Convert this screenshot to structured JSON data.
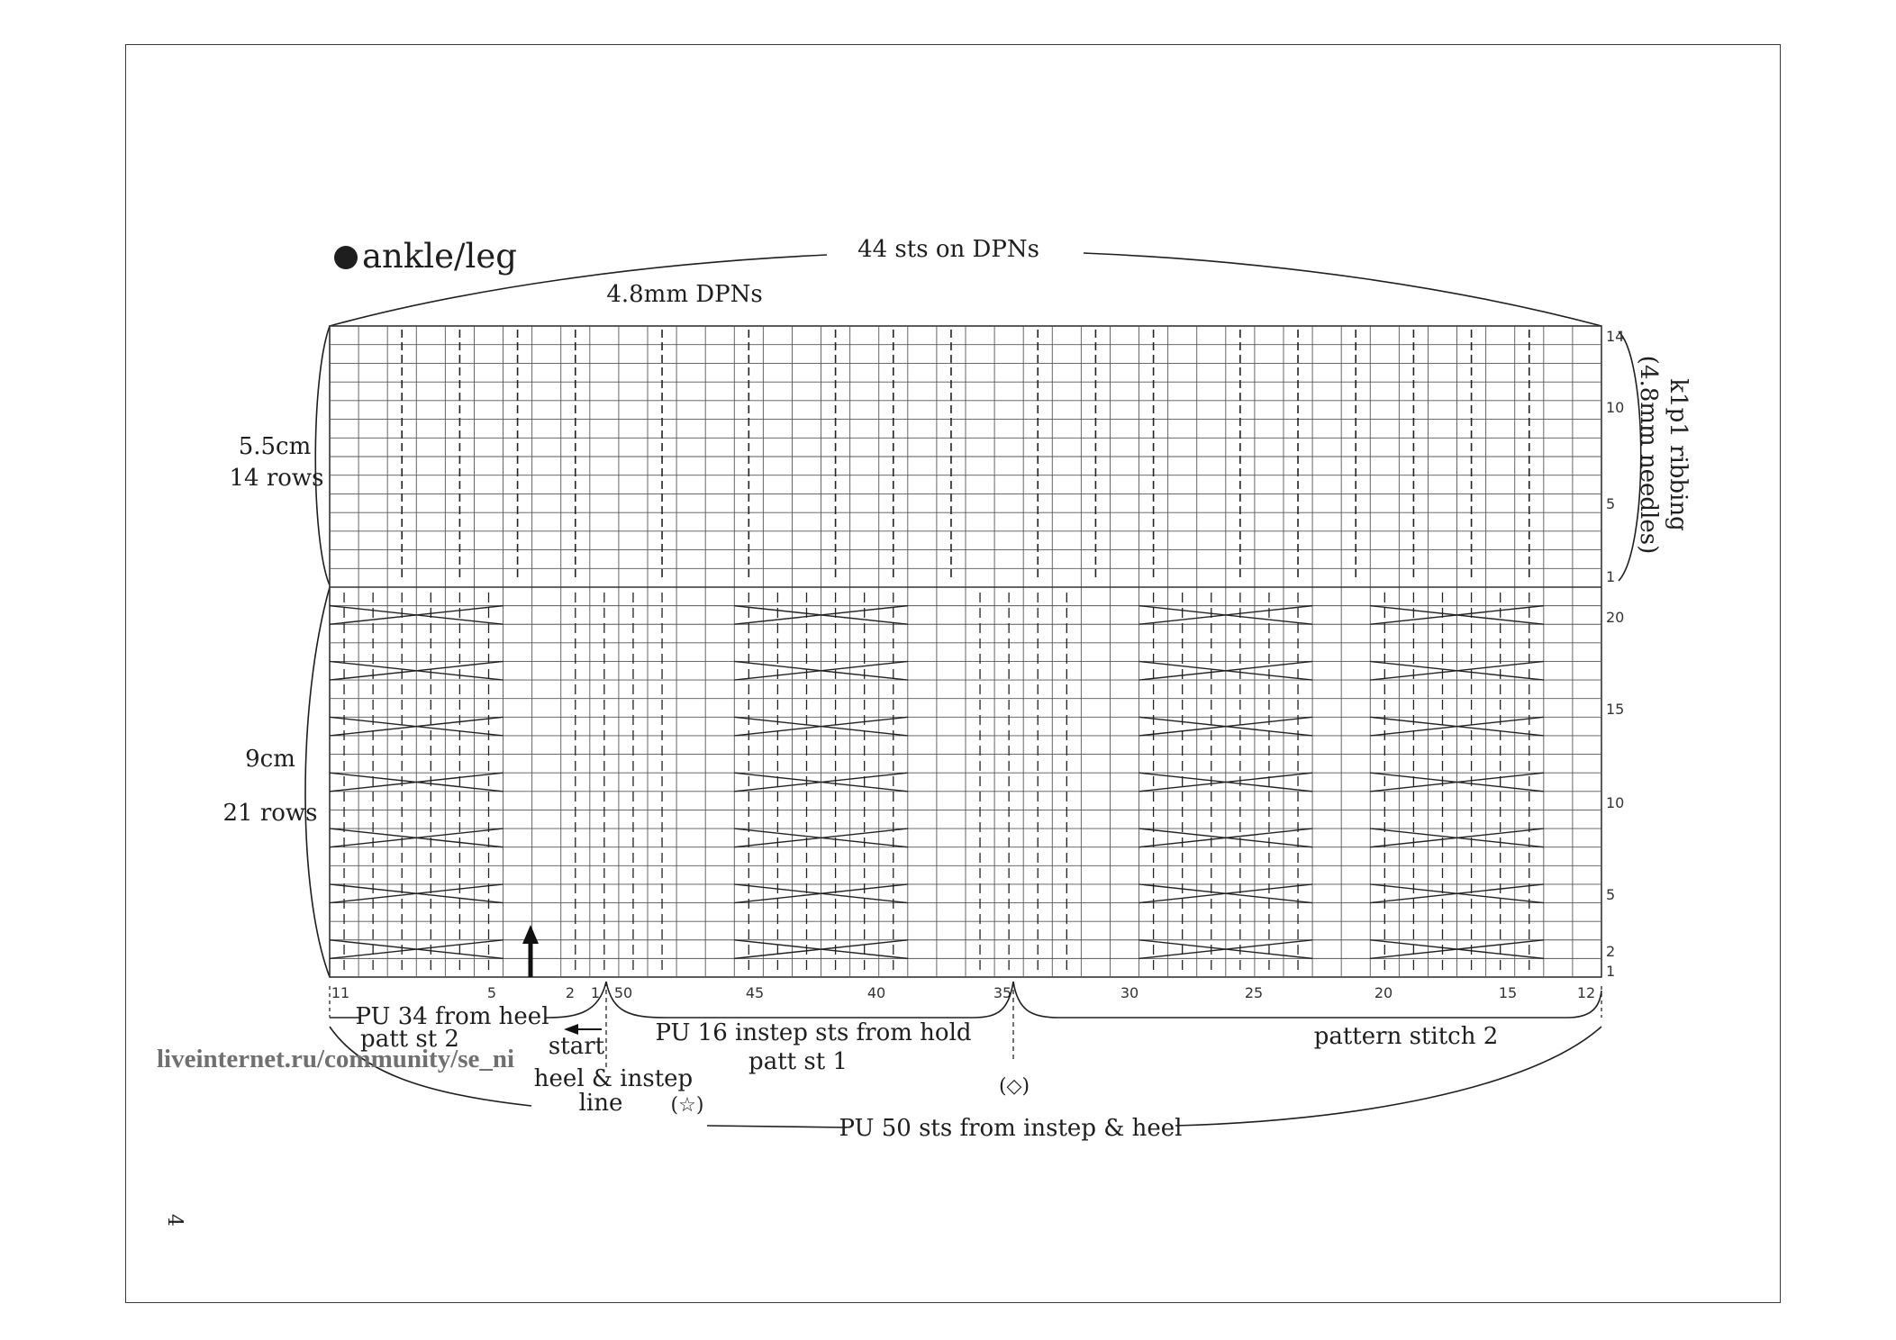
{
  "title": "ankle/leg",
  "top_label": "44 sts on DPNs",
  "needle_label": "4.8mm DPNs",
  "left_labels": {
    "ribbing_size": "5.5cm",
    "ribbing_rows": "14 rows",
    "pattern_size": "9cm",
    "pattern_rows": "21 rows"
  },
  "right_label": {
    "line1": "k1p1 ribbing",
    "line2": "(4.8mm needles)"
  },
  "row_numbers_ribbing": [
    "14",
    "10",
    "5",
    "1"
  ],
  "row_numbers_pattern": [
    "20",
    "15",
    "10",
    "5",
    "2",
    "1"
  ],
  "stitch_numbers": [
    "11",
    "5",
    "2",
    "1",
    "50",
    "45",
    "40",
    "35",
    "30",
    "25",
    "20",
    "15",
    "12"
  ],
  "bottom_labels": {
    "pu_heel": "PU 34 from heel",
    "patt_st_2": "patt st 2",
    "start": "start",
    "heel_instep_1": "heel & instep",
    "heel_instep_2": "line",
    "star_marker": "(☆)",
    "pu_instep_1": "PU 16 instep sts from hold",
    "pu_instep_2": "patt st 1",
    "diamond_marker": "(◇)",
    "pattern_stitch_2": "pattern stitch 2",
    "pu_total": "PU 50 sts from instep & heel"
  },
  "watermark": "liveinternet.ru/community/se_ni",
  "page_number": "4",
  "colors": {
    "ink": "#1e1e1e",
    "grid": "#555555",
    "border": "#3a3a3a"
  }
}
